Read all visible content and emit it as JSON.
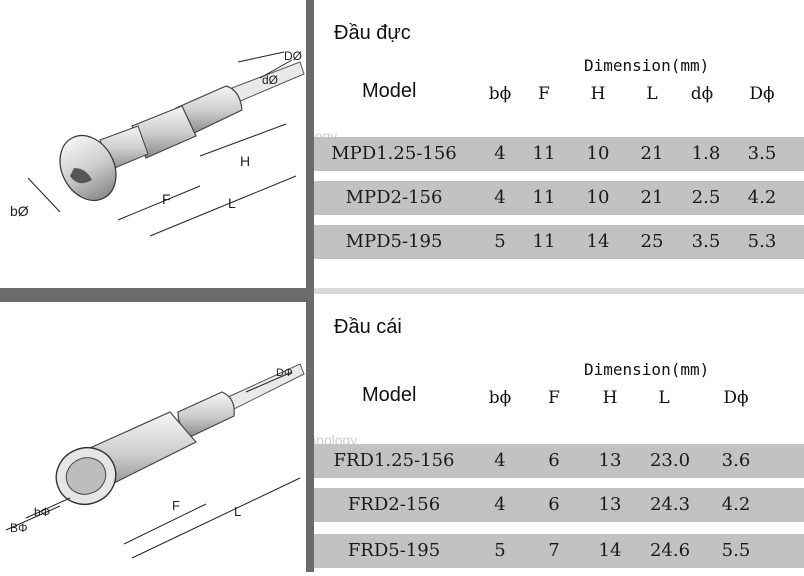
{
  "watermark": "getechnology",
  "male": {
    "title": "Đầu đực",
    "dimension_title": "Dimension(mm)",
    "model_header": "Model",
    "columns": [
      "bϕ",
      "F",
      "H",
      "L",
      "dϕ",
      "Dϕ"
    ],
    "rows": [
      {
        "model": "MPD1.25-156",
        "b": "4",
        "F": "11",
        "H": "10",
        "L": "21",
        "d": "1.8",
        "D": "3.5"
      },
      {
        "model": "MPD2-156",
        "b": "4",
        "F": "11",
        "H": "10",
        "L": "21",
        "d": "2.5",
        "D": "4.2"
      },
      {
        "model": "MPD5-195",
        "b": "5",
        "F": "11",
        "H": "14",
        "L": "25",
        "d": "3.5",
        "D": "5.3"
      }
    ],
    "diagram_labels": {
      "D": "DØ",
      "d": "dØ",
      "H": "H",
      "F": "F",
      "L": "L",
      "b": "bØ"
    }
  },
  "female": {
    "title": "Đầu cái",
    "dimension_title": "Dimension(mm)",
    "model_header": "Model",
    "columns": [
      "bϕ",
      "F",
      "H",
      "L",
      "Dϕ"
    ],
    "rows": [
      {
        "model": "FRD1.25-156",
        "b": "4",
        "F": "6",
        "H": "13",
        "L": "23.0",
        "D": "3.6"
      },
      {
        "model": "FRD2-156",
        "b": "4",
        "F": "6",
        "H": "13",
        "L": "24.3",
        "D": "4.2"
      },
      {
        "model": "FRD5-195",
        "b": "5",
        "F": "7",
        "H": "14",
        "L": "24.6",
        "D": "5.5"
      }
    ],
    "diagram_labels": {
      "D": "DΦ",
      "b": "bΦ",
      "B": "BΦ",
      "F": "F",
      "L": "L"
    }
  }
}
